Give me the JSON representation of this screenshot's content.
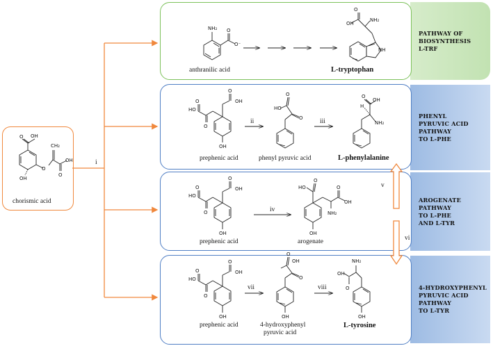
{
  "colors": {
    "orange": "#f0883c",
    "green_border": "#7cc15a",
    "green_fill": "#c7e5ba",
    "blue_border": "#4f7ec4",
    "blue_fill": "#aec6e6"
  },
  "start": {
    "label": "chorismic acid"
  },
  "step_labels": {
    "i": "i",
    "ii": "ii",
    "iii": "iii",
    "iv": "iv",
    "v": "v",
    "vi": "vi",
    "vii": "vii",
    "viii": "viii"
  },
  "atoms": {
    "OH": "OH",
    "HO": "HO",
    "O": "O",
    "NH2": "NH₂",
    "NH": "NH",
    "CH2": "CH₂",
    "O_minus": "O⁻",
    "H": "H"
  },
  "panels": [
    {
      "title_lines": [
        "PATHWAY OF",
        "BIOSYNTHESIS",
        "L-TRF"
      ],
      "compounds": [
        "anthranilic acid",
        "L-tryptophan"
      ]
    },
    {
      "title_lines": [
        "PHENYL",
        "PYRUVIC ACID",
        "PATHWAY",
        "TO L-PHE"
      ],
      "compounds": [
        "prephenic acid",
        "phenyl pyruvic acid",
        "L-phenylalanine"
      ]
    },
    {
      "title_lines": [
        "AROGENATE",
        "PATHWAY",
        "TO L-PHE",
        "AND L-TYR"
      ],
      "compounds": [
        "prephenic acid",
        "arogenate"
      ]
    },
    {
      "title_lines": [
        "4-HYDROXYPHENYL",
        "PYRUVIC ACID",
        "PATHWAY",
        "TO L-TYR"
      ],
      "compounds": [
        "prephenic acid",
        "4-hydroxyphenyl",
        "pyruvic acid",
        "L-tyrosine"
      ]
    }
  ]
}
